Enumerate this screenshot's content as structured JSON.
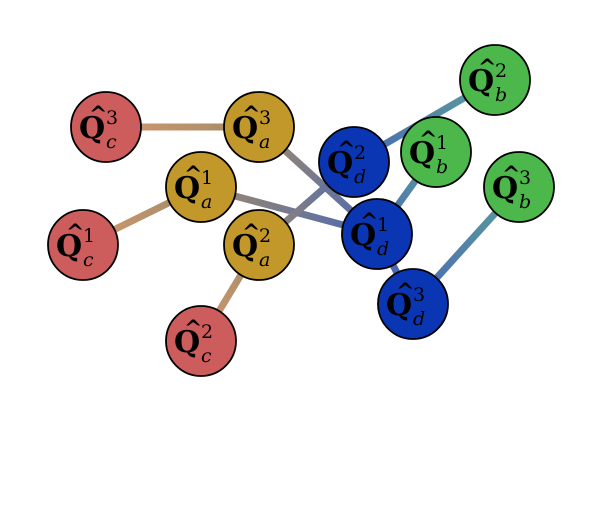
{
  "colors": {
    "group_c": "#cd5c5c",
    "group_a": "#c2982a",
    "group_d": "#0a36b4",
    "group_b": "#4cb84c",
    "edge_c": "#d39a6c",
    "edge_a": "#a08a6a",
    "edge_d": "#4a68b4",
    "edge_b": "#5aa09a",
    "outline": "#000000"
  },
  "nodes": [
    {
      "id": "Qc3",
      "symbol": "Q",
      "hat": "^",
      "superscript": "3",
      "subscript": "c",
      "group": "c"
    },
    {
      "id": "Qa3",
      "symbol": "Q",
      "hat": "^",
      "superscript": "3",
      "subscript": "a",
      "group": "a"
    },
    {
      "id": "Qa1",
      "symbol": "Q",
      "hat": "^",
      "superscript": "1",
      "subscript": "a",
      "group": "a"
    },
    {
      "id": "Qc1",
      "symbol": "Q",
      "hat": "^",
      "superscript": "1",
      "subscript": "c",
      "group": "c"
    },
    {
      "id": "Qa2",
      "symbol": "Q",
      "hat": "^",
      "superscript": "2",
      "subscript": "a",
      "group": "a"
    },
    {
      "id": "Qc2",
      "symbol": "Q",
      "hat": "^",
      "superscript": "2",
      "subscript": "c",
      "group": "c"
    },
    {
      "id": "Qd2",
      "symbol": "Q",
      "hat": "^",
      "superscript": "2",
      "subscript": "d",
      "group": "d"
    },
    {
      "id": "Qd1",
      "symbol": "Q",
      "hat": "^",
      "superscript": "1",
      "subscript": "d",
      "group": "d"
    },
    {
      "id": "Qd3",
      "symbol": "Q",
      "hat": "^",
      "superscript": "3",
      "subscript": "d",
      "group": "d"
    },
    {
      "id": "Qb2",
      "symbol": "Q",
      "hat": "^",
      "superscript": "2",
      "subscript": "b",
      "group": "b"
    },
    {
      "id": "Qb1",
      "symbol": "Q",
      "hat": "^",
      "superscript": "1",
      "subscript": "b",
      "group": "b"
    },
    {
      "id": "Qb3",
      "symbol": "Q",
      "hat": "^",
      "superscript": "3",
      "subscript": "b",
      "group": "b"
    }
  ],
  "edges": [
    {
      "from": "Qc3",
      "to": "Qa3"
    },
    {
      "from": "Qc1",
      "to": "Qa1"
    },
    {
      "from": "Qc2",
      "to": "Qa2"
    },
    {
      "from": "Qa3",
      "to": "Qd1"
    },
    {
      "from": "Qa1",
      "to": "Qd1"
    },
    {
      "from": "Qa2",
      "to": "Qd2"
    },
    {
      "from": "Qd2",
      "to": "Qb2"
    },
    {
      "from": "Qd1",
      "to": "Qb1"
    },
    {
      "from": "Qd1",
      "to": "Qd3"
    },
    {
      "from": "Qd3",
      "to": "Qb3"
    }
  ]
}
